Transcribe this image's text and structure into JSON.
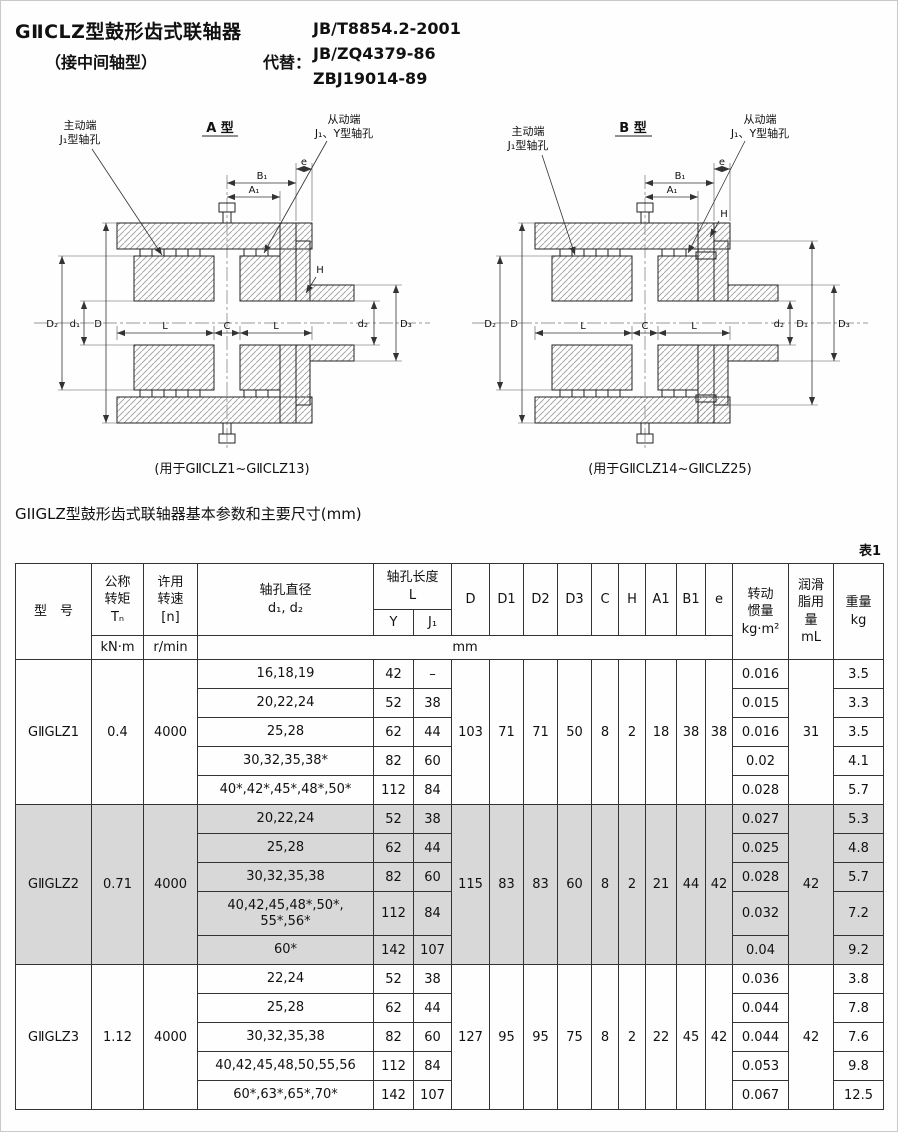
{
  "header": {
    "title": "GⅡCLZ型鼓形齿式联轴器",
    "subtitle": "（接中间轴型）",
    "replace_label": "代替：",
    "std_main": "JB/T8854.2-2001",
    "std_replaced_1": "JB/ZQ4379-86",
    "std_replaced_2": "ZBJ19014-89"
  },
  "figure_a": {
    "drive_end_line1": "主动端",
    "drive_end_line2": "J₁型轴孔",
    "type_label": "A 型",
    "driven_end_line1": "从动端",
    "driven_end_line2": "J₁、Y型轴孔",
    "dims": {
      "b1": "B₁",
      "a1": "A₁",
      "e": "e",
      "l_left": "L",
      "c": "C",
      "l_right": "L",
      "d2_outer": "D₂",
      "d1_bore": "d₁",
      "d": "D",
      "d2_bore": "d₂",
      "d3": "D₃",
      "h": "H"
    },
    "caption": "(用于GⅡCLZ1~GⅡCLZ13)"
  },
  "figure_b": {
    "drive_end_line1": "主动端",
    "drive_end_line2": "J₁型轴孔",
    "type_label": "B 型",
    "driven_end_line1": "从动端",
    "driven_end_line2": "J₁、Y型轴孔",
    "dims": {
      "b1": "B₁",
      "a1": "A₁",
      "e": "e",
      "h": "H",
      "l_left": "L",
      "c": "C",
      "l_right": "L",
      "d2_outer": "D₂",
      "d": "D",
      "d2_bore": "d₂",
      "d1_flange": "D₁",
      "d3": "D₃"
    },
    "caption": "(用于GⅡCLZ14~GⅡCLZ25)"
  },
  "section_title": "GIIGLZ型鼓形齿式联轴器基本参数和主要尺寸(mm)",
  "table_label": "表1",
  "table": {
    "header": {
      "model": "型　号",
      "torque": "公称\n转矩\nTₙ",
      "torque_unit": "kN·m",
      "speed": "许用\n转速\n[n]",
      "speed_unit": "r/min",
      "bore_dia": "轴孔直径\nd₁, d₂",
      "bore_len": "轴孔长度\nL",
      "y": "Y",
      "j1": "J₁",
      "mm": "mm",
      "d": "D",
      "d1": "D1",
      "d2": "D2",
      "d3": "D3",
      "c": "C",
      "h": "H",
      "a1": "A1",
      "b1": "B1",
      "e": "e",
      "inertia": "转动\n惯量\nkg·m²",
      "grease": "润滑\n脂用\n量\nmL",
      "weight": "重量\nkg"
    },
    "groups": [
      {
        "model": "GⅡGLZ1",
        "tn": "0.4",
        "n": "4000",
        "d": "103",
        "d1": "71",
        "d2": "71",
        "d3": "50",
        "c": "8",
        "h": "2",
        "a1": "18",
        "b1": "38",
        "e": "38",
        "grease": "31",
        "rows": [
          {
            "bore": "16,18,19",
            "y": "42",
            "j1": "–",
            "inertia": "0.016",
            "weight": "3.5"
          },
          {
            "bore": "20,22,24",
            "y": "52",
            "j1": "38",
            "inertia": "0.015",
            "weight": "3.3"
          },
          {
            "bore": "25,28",
            "y": "62",
            "j1": "44",
            "inertia": "0.016",
            "weight": "3.5"
          },
          {
            "bore": "30,32,35,38*",
            "y": "82",
            "j1": "60",
            "inertia": "0.02",
            "weight": "4.1"
          },
          {
            "bore": "40*,42*,45*,48*,50*",
            "y": "112",
            "j1": "84",
            "inertia": "0.028",
            "weight": "5.7"
          }
        ]
      },
      {
        "model": "GⅡGLZ2",
        "tn": "0.71",
        "n": "4000",
        "d": "115",
        "d1": "83",
        "d2": "83",
        "d3": "60",
        "c": "8",
        "h": "2",
        "a1": "21",
        "b1": "44",
        "e": "42",
        "grease": "42",
        "rows": [
          {
            "bore": "20,22,24",
            "y": "52",
            "j1": "38",
            "inertia": "0.027",
            "weight": "5.3"
          },
          {
            "bore": "25,28",
            "y": "62",
            "j1": "44",
            "inertia": "0.025",
            "weight": "4.8"
          },
          {
            "bore": "30,32,35,38",
            "y": "82",
            "j1": "60",
            "inertia": "0.028",
            "weight": "5.7"
          },
          {
            "bore": "40,42,45,48*,50*,\n55*,56*",
            "y": "112",
            "j1": "84",
            "inertia": "0.032",
            "weight": "7.2"
          },
          {
            "bore": "60*",
            "y": "142",
            "j1": "107",
            "inertia": "0.04",
            "weight": "9.2"
          }
        ]
      },
      {
        "model": "GⅡGLZ3",
        "tn": "1.12",
        "n": "4000",
        "d": "127",
        "d1": "95",
        "d2": "95",
        "d3": "75",
        "c": "8",
        "h": "2",
        "a1": "22",
        "b1": "45",
        "e": "42",
        "grease": "42",
        "rows": [
          {
            "bore": "22,24",
            "y": "52",
            "j1": "38",
            "inertia": "0.036",
            "weight": "3.8"
          },
          {
            "bore": "25,28",
            "y": "62",
            "j1": "44",
            "inertia": "0.044",
            "weight": "7.8"
          },
          {
            "bore": "30,32,35,38",
            "y": "82",
            "j1": "60",
            "inertia": "0.044",
            "weight": "7.6"
          },
          {
            "bore": "40,42,45,48,50,55,56",
            "y": "112",
            "j1": "84",
            "inertia": "0.053",
            "weight": "9.8"
          },
          {
            "bore": "60*,63*,65*,70*",
            "y": "142",
            "j1": "107",
            "inertia": "0.067",
            "weight": "12.5"
          }
        ]
      }
    ]
  }
}
